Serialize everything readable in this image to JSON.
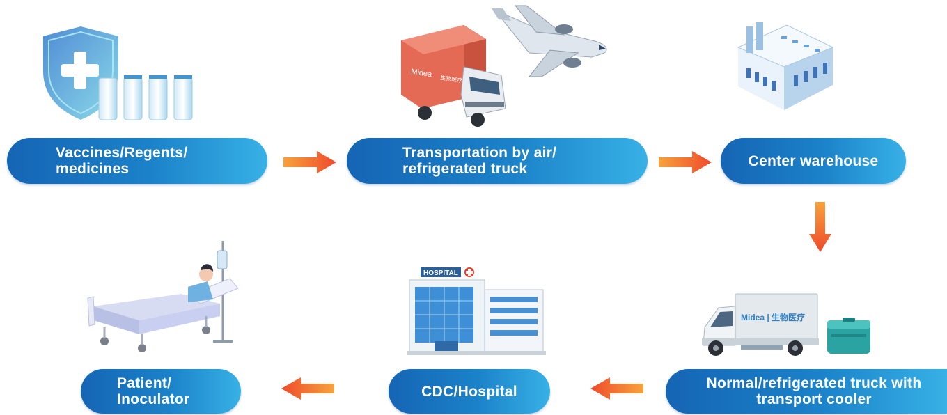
{
  "title": "",
  "colors": {
    "pill_start": "#1565b5",
    "pill_end": "#37b1e6",
    "arrow_start": "#f7a23b",
    "arrow_end": "#ef4a2c"
  },
  "steps": [
    {
      "label": "Vaccines/Regents/\nmedicines",
      "icon": "vaccine-shield-icon"
    },
    {
      "label": "Transportation by air/\nrefrigerated truck",
      "icon": "plane-and-truck-icon"
    },
    {
      "label": "Center warehouse",
      "icon": "warehouse-icon"
    },
    {
      "label": "Normal/refrigerated truck with\ntransport cooler",
      "icon": "van-and-cooler-icon"
    },
    {
      "label": "CDC/Hospital",
      "icon": "hospital-icon"
    },
    {
      "label": "Patient/\nInoculator",
      "icon": "patient-bed-icon"
    }
  ],
  "illustration_text": {
    "hospital_sign": "HOSPITAL",
    "truck_brand": "Midea",
    "truck_brand_cn": "生物医疗",
    "van_brand": "Midea | 生物医疗"
  }
}
